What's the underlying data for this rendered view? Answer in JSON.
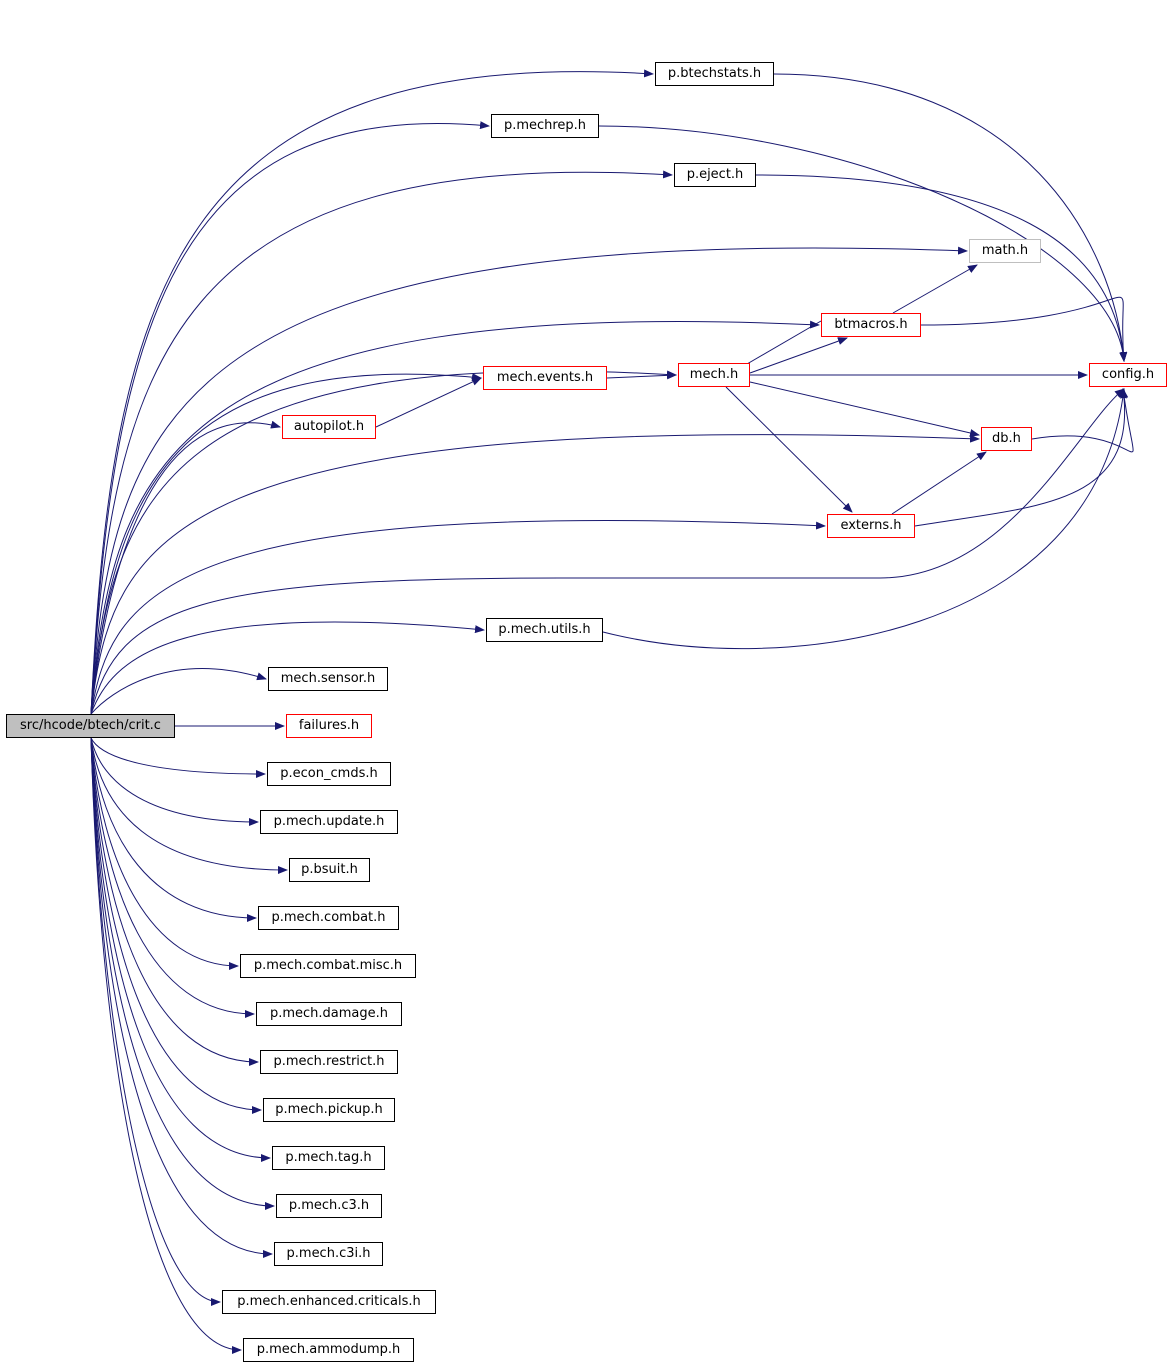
{
  "diagram": {
    "type": "include-dependency-graph",
    "colors": {
      "edge": "#191970",
      "node_border": "#000000",
      "node_border_red": "#ff0000",
      "node_border_grey": "#bfbfbf",
      "root_fill": "#bfbfbf"
    },
    "nodes": [
      {
        "id": "root",
        "label": "src/hcode/btech/crit.c",
        "style": "root"
      },
      {
        "id": "btechstats",
        "label": "p.btechstats.h",
        "style": "black"
      },
      {
        "id": "mechrep",
        "label": "p.mechrep.h",
        "style": "black"
      },
      {
        "id": "eject",
        "label": "p.eject.h",
        "style": "black"
      },
      {
        "id": "math",
        "label": "math.h",
        "style": "grey"
      },
      {
        "id": "btmacros",
        "label": "btmacros.h",
        "style": "red"
      },
      {
        "id": "config",
        "label": "config.h",
        "style": "red"
      },
      {
        "id": "mech",
        "label": "mech.h",
        "style": "red"
      },
      {
        "id": "mechevents",
        "label": "mech.events.h",
        "style": "red"
      },
      {
        "id": "autopilot",
        "label": "autopilot.h",
        "style": "red"
      },
      {
        "id": "db",
        "label": "db.h",
        "style": "red"
      },
      {
        "id": "externs",
        "label": "externs.h",
        "style": "red"
      },
      {
        "id": "mechutils",
        "label": "p.mech.utils.h",
        "style": "black"
      },
      {
        "id": "mechsensor",
        "label": "mech.sensor.h",
        "style": "black"
      },
      {
        "id": "failures",
        "label": "failures.h",
        "style": "red"
      },
      {
        "id": "econ",
        "label": "p.econ_cmds.h",
        "style": "black"
      },
      {
        "id": "mechupdate",
        "label": "p.mech.update.h",
        "style": "black"
      },
      {
        "id": "bsuit",
        "label": "p.bsuit.h",
        "style": "black"
      },
      {
        "id": "combat",
        "label": "p.mech.combat.h",
        "style": "black"
      },
      {
        "id": "combatmisc",
        "label": "p.mech.combat.misc.h",
        "style": "black"
      },
      {
        "id": "damage",
        "label": "p.mech.damage.h",
        "style": "black"
      },
      {
        "id": "restrict",
        "label": "p.mech.restrict.h",
        "style": "black"
      },
      {
        "id": "pickup",
        "label": "p.mech.pickup.h",
        "style": "black"
      },
      {
        "id": "tag",
        "label": "p.mech.tag.h",
        "style": "black"
      },
      {
        "id": "c3",
        "label": "p.mech.c3.h",
        "style": "black"
      },
      {
        "id": "c3i",
        "label": "p.mech.c3i.h",
        "style": "black"
      },
      {
        "id": "enhanced",
        "label": "p.mech.enhanced.criticals.h",
        "style": "black"
      },
      {
        "id": "ammodump",
        "label": "p.mech.ammodump.h",
        "style": "black"
      }
    ],
    "edges": [
      [
        "root",
        "btechstats"
      ],
      [
        "root",
        "mechrep"
      ],
      [
        "root",
        "eject"
      ],
      [
        "root",
        "math"
      ],
      [
        "root",
        "btmacros"
      ],
      [
        "root",
        "mech"
      ],
      [
        "root",
        "mechevents"
      ],
      [
        "root",
        "autopilot"
      ],
      [
        "root",
        "db"
      ],
      [
        "root",
        "externs"
      ],
      [
        "root",
        "config"
      ],
      [
        "root",
        "mechutils"
      ],
      [
        "root",
        "mechsensor"
      ],
      [
        "root",
        "failures"
      ],
      [
        "root",
        "econ"
      ],
      [
        "root",
        "mechupdate"
      ],
      [
        "root",
        "bsuit"
      ],
      [
        "root",
        "combat"
      ],
      [
        "root",
        "combatmisc"
      ],
      [
        "root",
        "damage"
      ],
      [
        "root",
        "restrict"
      ],
      [
        "root",
        "pickup"
      ],
      [
        "root",
        "tag"
      ],
      [
        "root",
        "c3"
      ],
      [
        "root",
        "c3i"
      ],
      [
        "root",
        "enhanced"
      ],
      [
        "root",
        "ammodump"
      ],
      [
        "btechstats",
        "config"
      ],
      [
        "mechrep",
        "config"
      ],
      [
        "eject",
        "config"
      ],
      [
        "btmacros",
        "math"
      ],
      [
        "btmacros",
        "config"
      ],
      [
        "btmacros",
        "mech"
      ],
      [
        "mech",
        "btmacros"
      ],
      [
        "mech",
        "config"
      ],
      [
        "mech",
        "db"
      ],
      [
        "mech",
        "externs"
      ],
      [
        "mechevents",
        "mech"
      ],
      [
        "autopilot",
        "mechevents"
      ],
      [
        "db",
        "config"
      ],
      [
        "externs",
        "db"
      ],
      [
        "externs",
        "config"
      ],
      [
        "mechutils",
        "config"
      ]
    ]
  }
}
